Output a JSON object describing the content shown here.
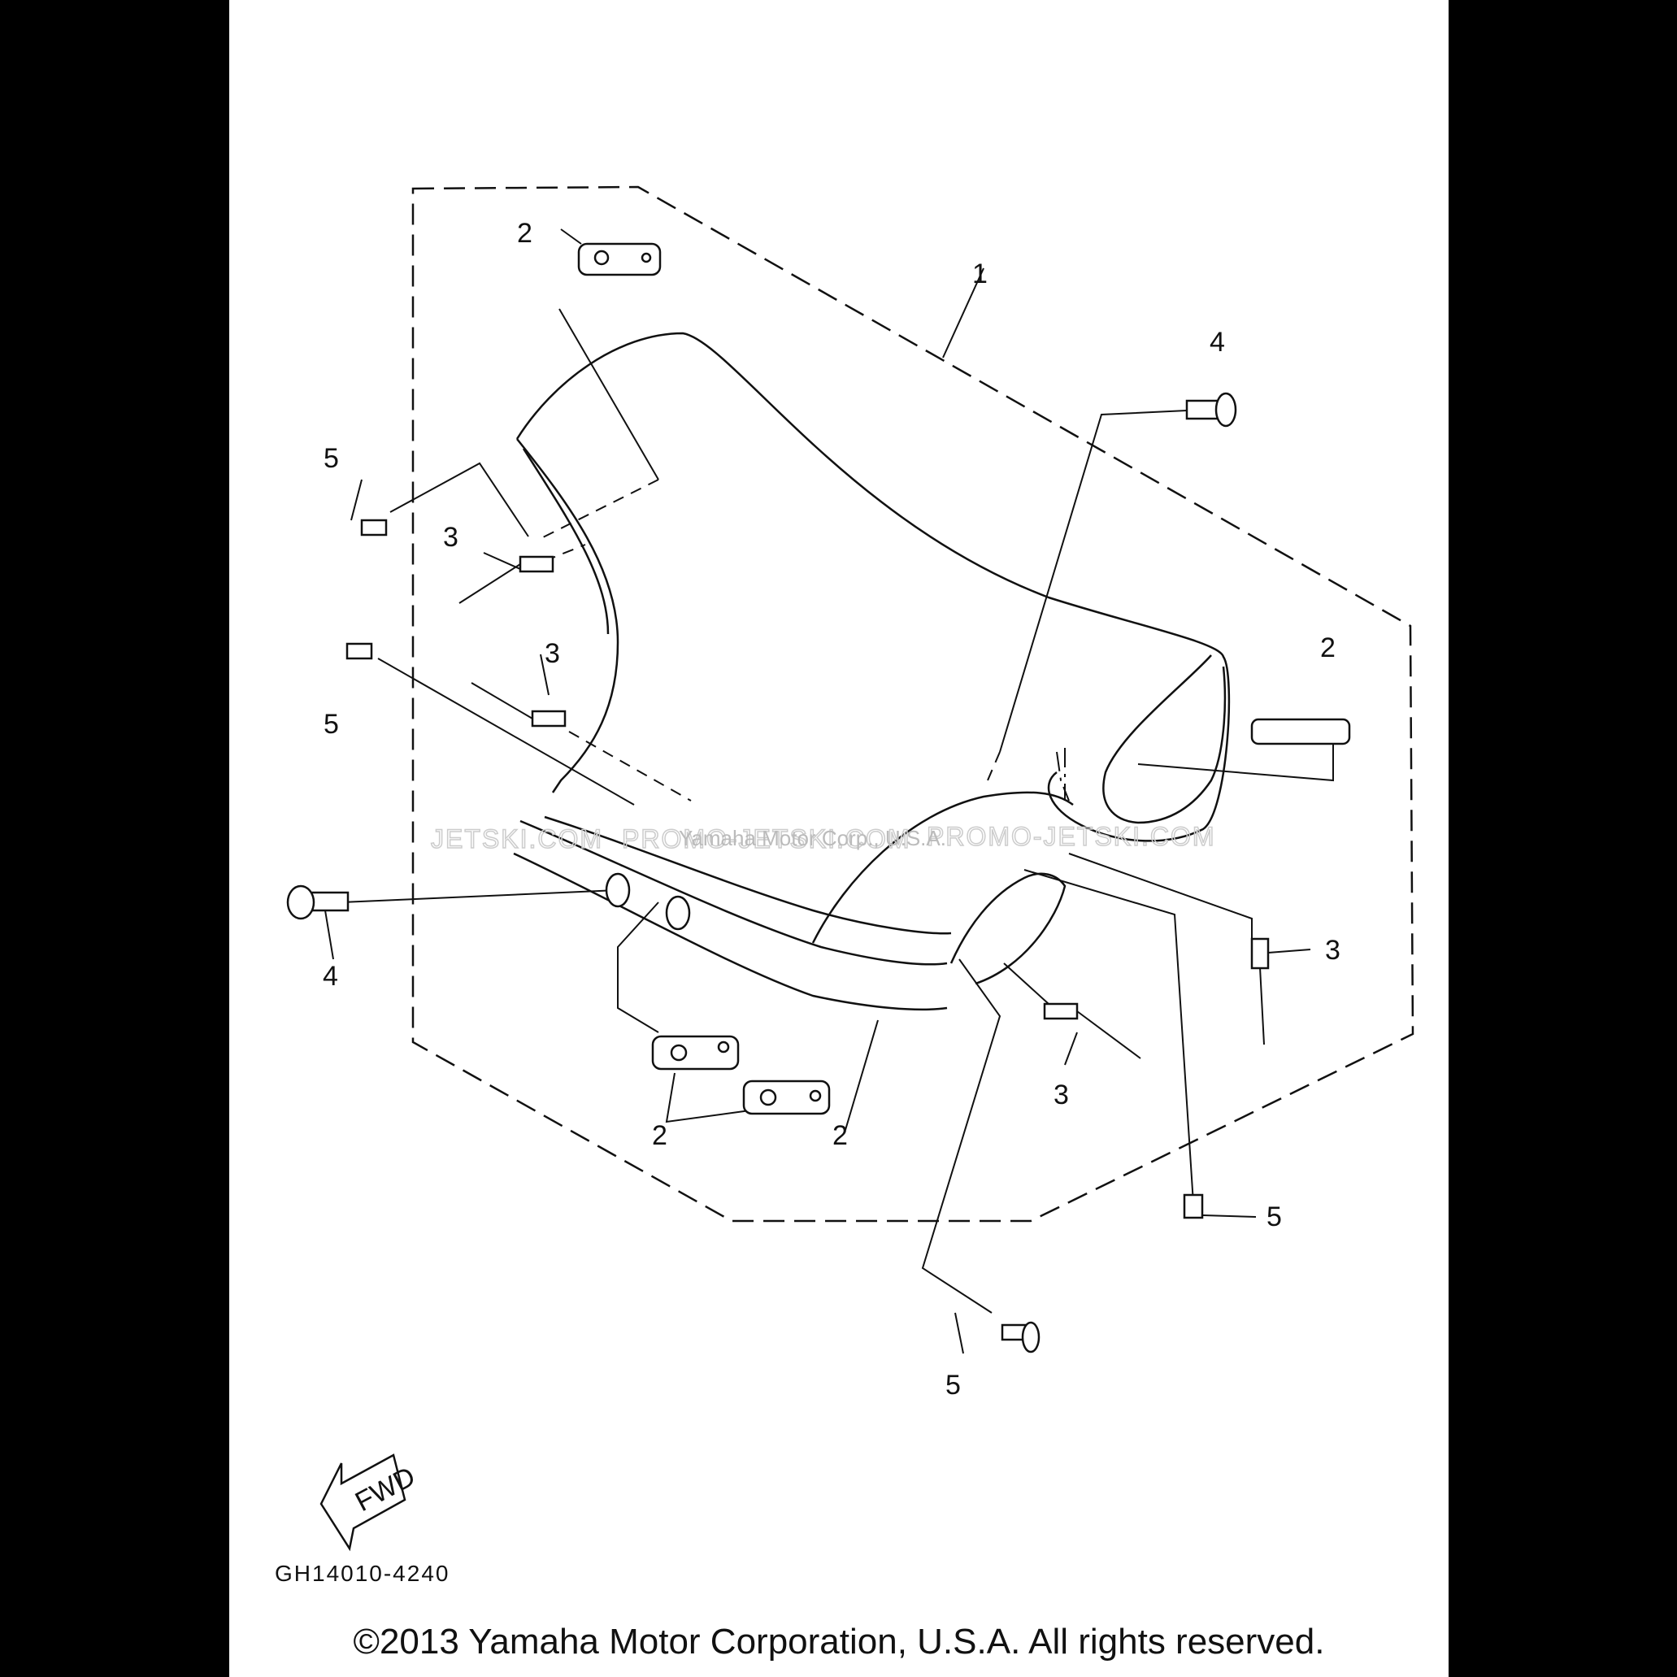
{
  "diagram": {
    "part_code": "GH14010-4240",
    "fwd_label": "FWD",
    "watermark_left": "JETSKI.COM",
    "watermark_mid": "PROMO-JETSKI.COM",
    "watermark_right": "PROMO-JETSKI.COM",
    "watermark_small": "Yamaha Motor Corp., U.S.A.",
    "callouts": [
      "1",
      "2",
      "2",
      "2",
      "2",
      "3",
      "3",
      "3",
      "3",
      "4",
      "4",
      "5",
      "5",
      "5",
      "5"
    ]
  },
  "footer": {
    "copyright": "©2013 Yamaha Motor Corporation, U.S.A. All rights reserved."
  }
}
